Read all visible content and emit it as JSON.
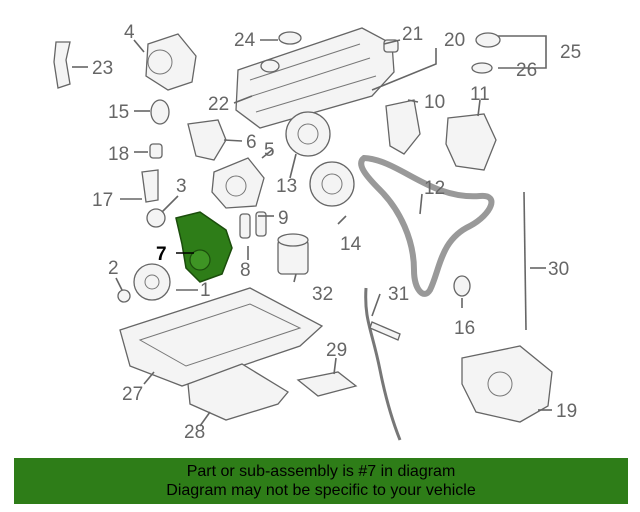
{
  "diagram": {
    "highlight_color": "#2e7d18",
    "callouts": [
      "1",
      "2",
      "3",
      "4",
      "5",
      "6",
      "7",
      "8",
      "9",
      "10",
      "11",
      "12",
      "13",
      "14",
      "15",
      "16",
      "17",
      "18",
      "19",
      "20",
      "21",
      "22",
      "23",
      "24",
      "25",
      "26",
      "27",
      "28",
      "29",
      "30",
      "31",
      "32"
    ],
    "highlighted_part": "7"
  },
  "banner": {
    "line1": "Part or sub-assembly is #7 in diagram",
    "line2": "Diagram may not be specific to your vehicle"
  }
}
